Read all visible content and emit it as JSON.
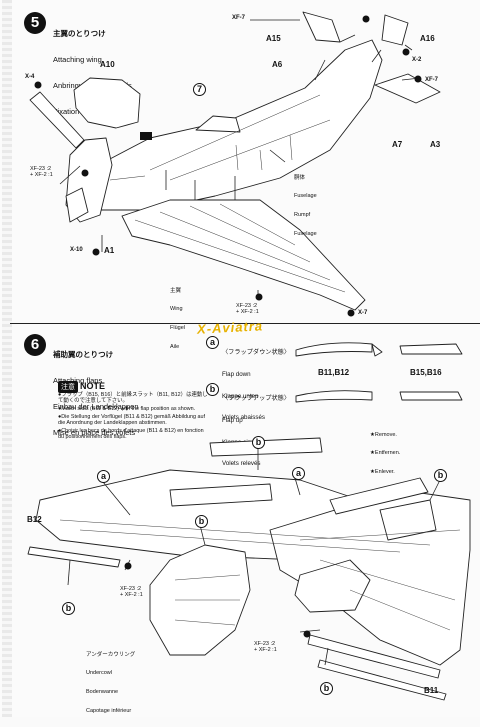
{
  "step5": {
    "number": "5",
    "title_jp": "主翼のとりつけ",
    "title_en": "Attaching wing",
    "title_de": "Anbringung des Flügels",
    "title_fr": "Fixation de l'aile",
    "labels": {
      "xf7_top": "XF-7",
      "a15": "A15",
      "a16": "A16",
      "x2": "X-2",
      "a6": "A6",
      "xf7_right": "XF-7",
      "a10": "A10",
      "x4": "X-4",
      "seven": "7",
      "a7": "A7",
      "a3": "A3",
      "xf23_left_1": "XF-23 :2",
      "xf23_left_2": "+ XF-2 :1",
      "x10": "X-10",
      "a1": "A1",
      "xf23_bottom_1": "XF-23 :2",
      "xf23_bottom_2": "+ XF-2 :1",
      "x7": "X-7"
    },
    "fuselage": {
      "jp": "胴体",
      "en": "Fuselage",
      "de": "Rumpf",
      "fr": "Fuselage"
    },
    "wing": {
      "jp": "主翼",
      "en": "Wing",
      "de": "Flügel",
      "fr": "Aile"
    }
  },
  "step6": {
    "number": "6",
    "title_jp": "補助翼のとりつけ",
    "title_en": "Attaching flaps",
    "title_de": "Einbau der Landeklappen",
    "title_fr": "Mise en place des volets",
    "flap_down": {
      "mark": "a",
      "jp": "〈フラップダウン状態〉",
      "en": "Flap down",
      "de": "Klappe unten",
      "fr": "Volets abaissés"
    },
    "flap_up": {
      "mark": "b",
      "jp": "〈フラップアップ状態〉",
      "en": "Flap up",
      "de": "Klappe eingefahren",
      "fr": "Volets relevés"
    },
    "slats_left": "B11,B12",
    "slats_right": "B15,B16",
    "remove": [
      "★Remove.",
      "★Entfernen.",
      "★Enlever."
    ],
    "note_badge": "注意",
    "note_word": "NOTE",
    "notes": [
      "●フラップ（B15, B16）と前縁スラット（B11, B12）は連動して動くので注意して下さい。",
      "●Match slats (B11 & B12) with the flap position as shown.",
      "●Die Stellung der Vorflügel (B11 & B12) gemäß Abbildung auf die Anordnung der Landeklappen abstimmen.",
      "●Choisir les becs de bords d'attaque (B11 & B12) en fonction du positionnement des flaps."
    ],
    "labels": {
      "b12": "B12",
      "b11": "B11",
      "xf23_1": "XF-23 :2",
      "xf23_2": "+ XF-2 :1",
      "xf23_r1": "XF-23 :2",
      "xf23_r2": "+ XF-2 :1"
    },
    "undercowl": {
      "jp": "アンダーカウリング",
      "en": "Undercowl",
      "de": "Bodenwanne",
      "fr": "Capotage inférieur"
    },
    "circle_a": "a",
    "circle_b": "b"
  },
  "watermark": "X-Aviatra"
}
